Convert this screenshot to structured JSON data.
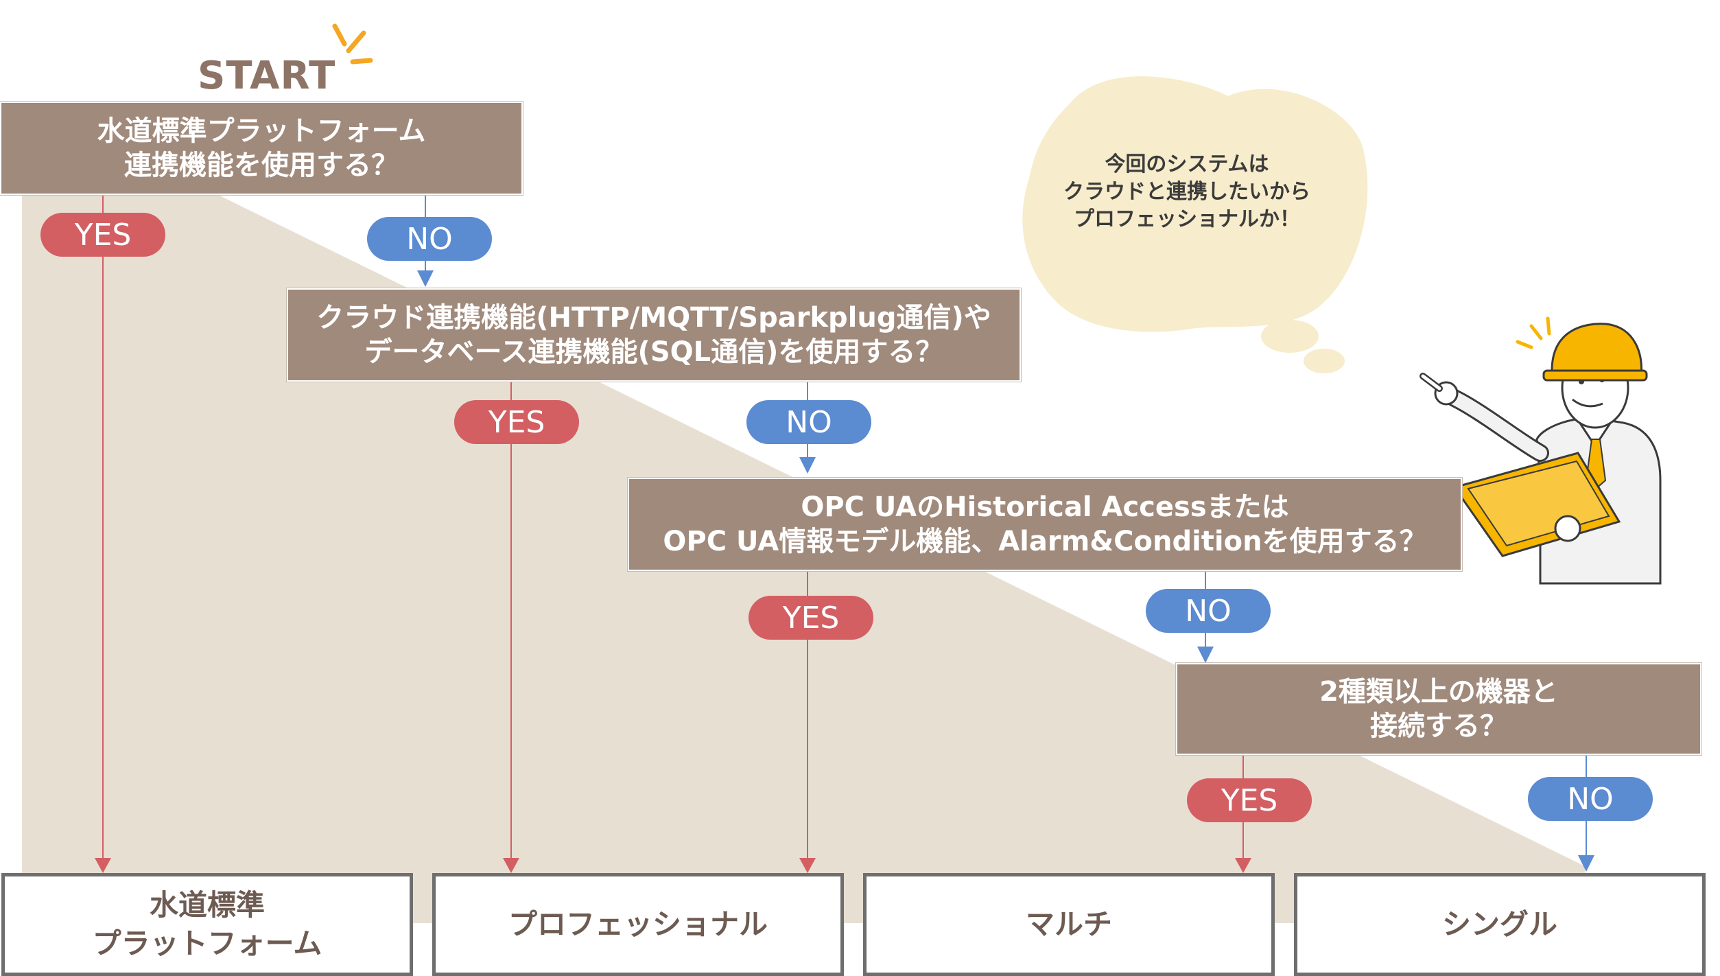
{
  "start": {
    "label": "START"
  },
  "questions": [
    {
      "id": "q1",
      "lines": [
        "水道標準プラットフォーム",
        "連携機能を使用する？"
      ]
    },
    {
      "id": "q2",
      "lines": [
        "クラウド連携機能(HTTP/MQTT/Sparkplug通信)や",
        "データベース連携機能(SQL通信)を使用する？"
      ]
    },
    {
      "id": "q3",
      "lines": [
        "OPC UAのHistorical Accessまたは",
        "OPC UA情報モデル機能、Alarm&Conditionを使用する？"
      ]
    },
    {
      "id": "q4",
      "lines": [
        "2種類以上の機器と",
        "接続する？"
      ]
    }
  ],
  "answers": {
    "yes": "YES",
    "no": "NO"
  },
  "results": [
    {
      "id": "r1",
      "lines": [
        "水道標準",
        "プラットフォーム"
      ]
    },
    {
      "id": "r2",
      "lines": [
        "プロフェッショナル"
      ]
    },
    {
      "id": "r3",
      "lines": [
        "マルチ"
      ]
    },
    {
      "id": "r4",
      "lines": [
        "シングル"
      ]
    }
  ],
  "thought_bubble": {
    "lines": [
      "今回のシステムは",
      "クラウドと連携したいから",
      "プロフェッショナルか！"
    ]
  },
  "colors": {
    "question_fill": "#a08a7c",
    "yes": "#d35f63",
    "no": "#5b8bd0",
    "background_wedge": "#e8dfd3",
    "bubble": "#f7eccb",
    "result_border": "#6e6e6e",
    "result_text": "#6d5b52",
    "accent_spark": "#f5a623",
    "helmet": "#f7b500"
  },
  "icons": [
    "start-spark-icon",
    "thought-bubble-icon",
    "worker-illustration-icon",
    "attention-spark-icon"
  ]
}
